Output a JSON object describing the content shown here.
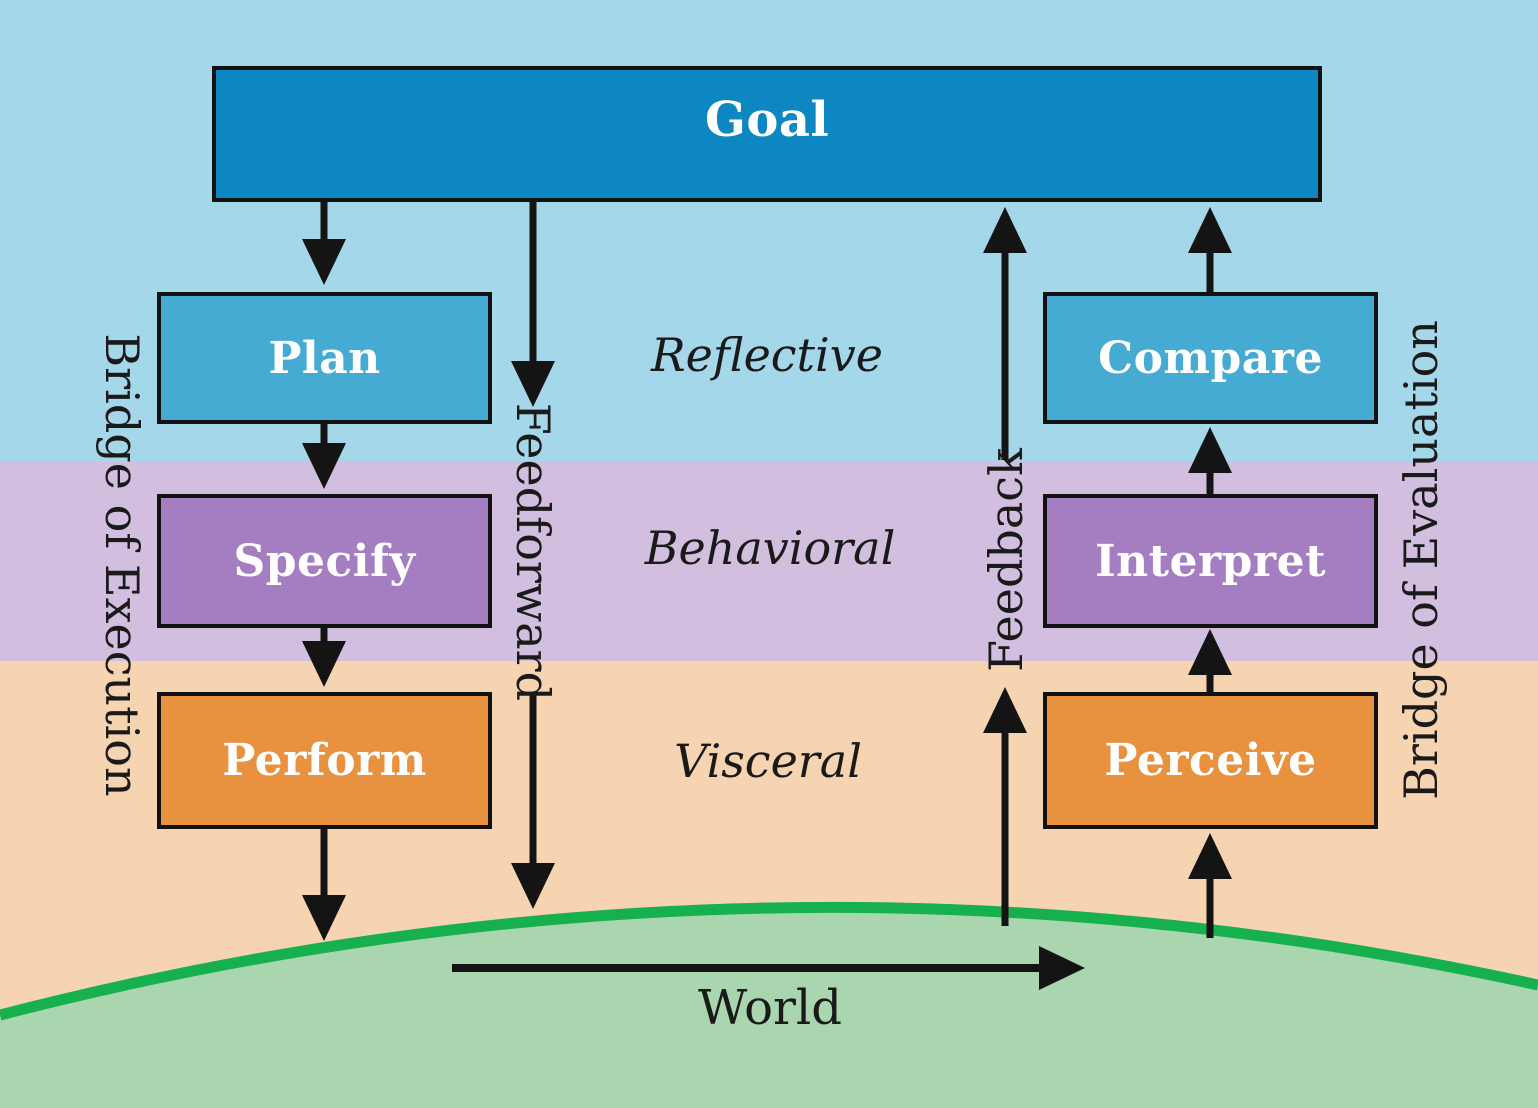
{
  "boxes": {
    "goal": {
      "label": "Goal"
    },
    "plan": {
      "label": "Plan"
    },
    "specify": {
      "label": "Specify"
    },
    "perform": {
      "label": "Perform"
    },
    "compare": {
      "label": "Compare"
    },
    "interpret": {
      "label": "Interpret"
    },
    "perceive": {
      "label": "Perceive"
    }
  },
  "levels": [
    {
      "label": "Reflective"
    },
    {
      "label": "Behavioral"
    },
    {
      "label": "Visceral"
    }
  ],
  "flows": {
    "feedforward": "Feedforward",
    "feedback": "Feedback"
  },
  "bridges": {
    "execution": "Bridge of Execution",
    "evaluation": "Bridge of Evaluation"
  },
  "world": {
    "label": "World"
  },
  "colors": {
    "goal_box": "#0d87c1",
    "reflective_box": "#46abd2",
    "behavioral_box": "#a57ec2",
    "visceral_box": "#e8913f",
    "reflective_band": "#a4d7e9",
    "behavioral_band": "#d2bfdf",
    "visceral_band": "#f7d4b1",
    "world_fill": "#a9d6ae",
    "world_stroke": "#17b04f",
    "arrow_black": "#141414",
    "arrow_white": "#ffffff"
  }
}
